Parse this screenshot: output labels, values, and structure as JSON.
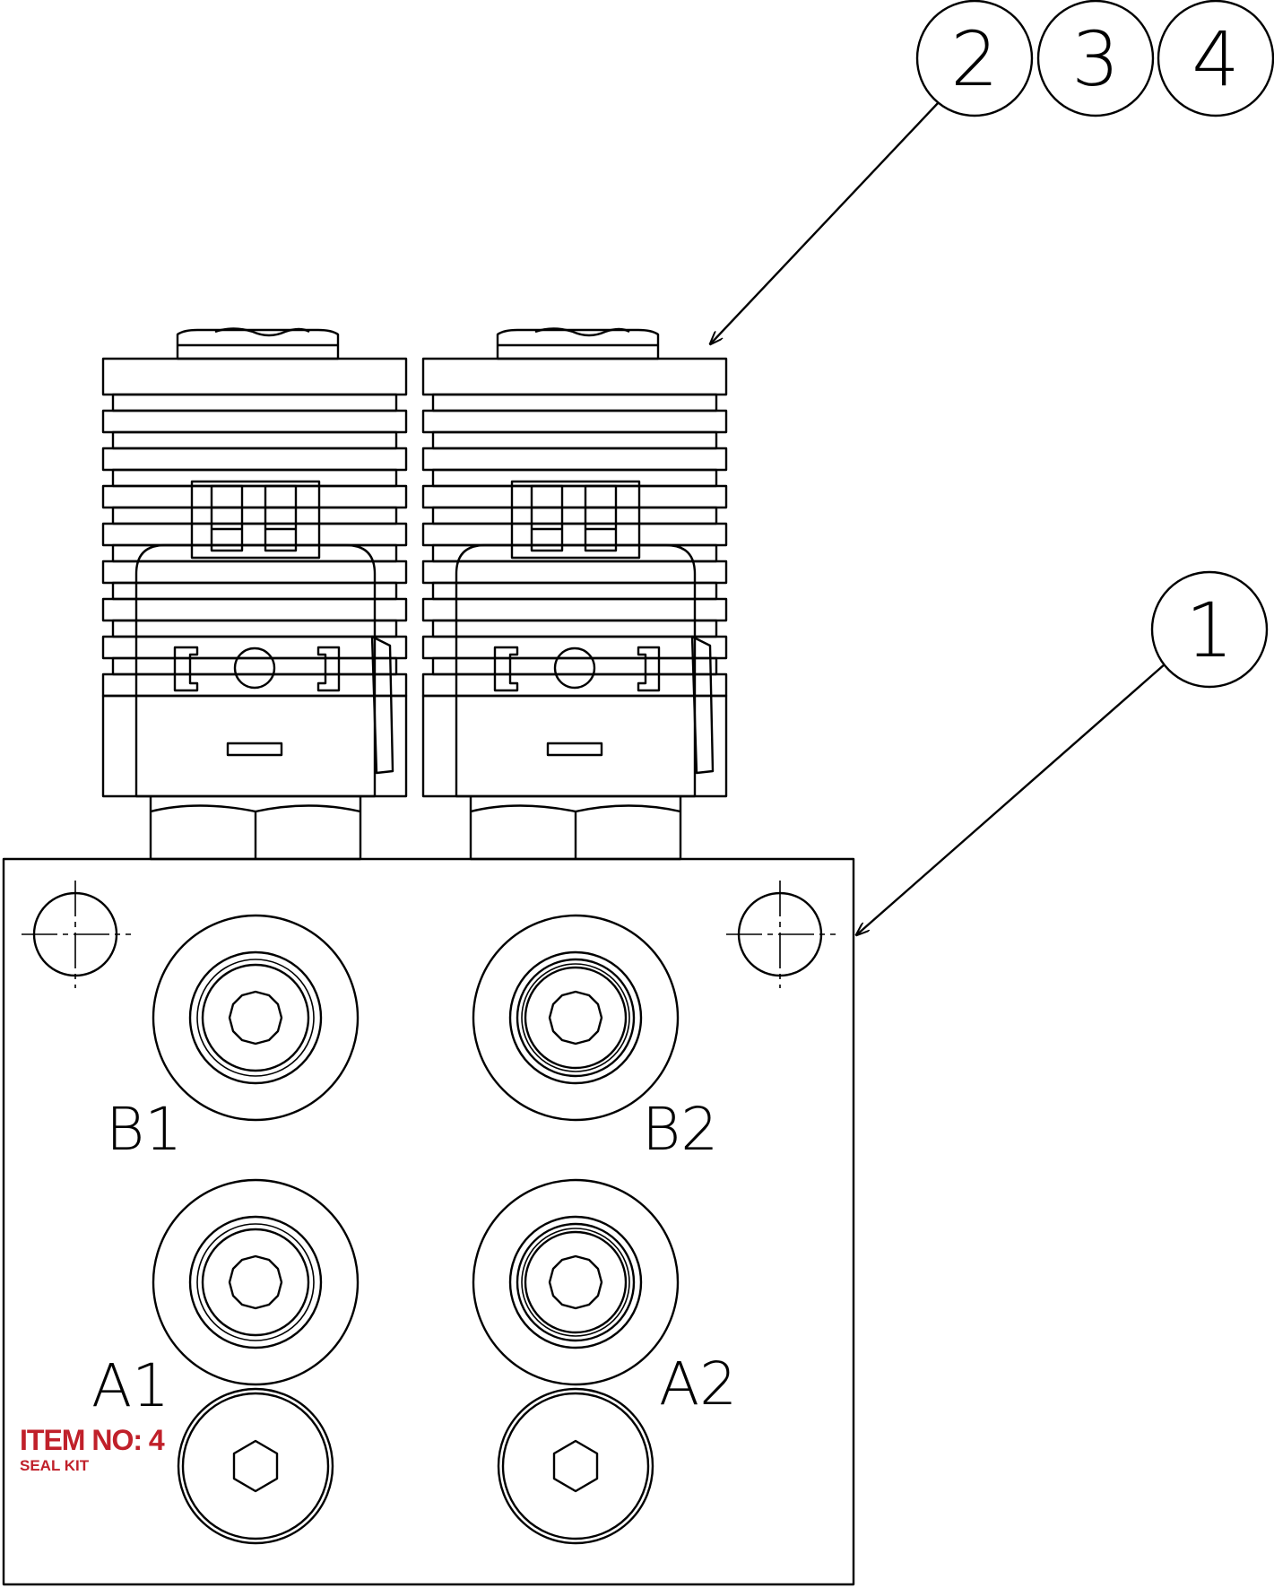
{
  "balloons": [
    {
      "id": "balloon-2",
      "label": "2"
    },
    {
      "id": "balloon-3",
      "label": "3"
    },
    {
      "id": "balloon-4",
      "label": "4"
    },
    {
      "id": "balloon-1",
      "label": "1"
    }
  ],
  "ports": {
    "b1": "B1",
    "b2": "B2",
    "a1": "A1",
    "a2": "A2"
  },
  "callout": {
    "item": "ITEM NO: 4",
    "description": "SEAL KIT",
    "color": "#c0202a"
  }
}
